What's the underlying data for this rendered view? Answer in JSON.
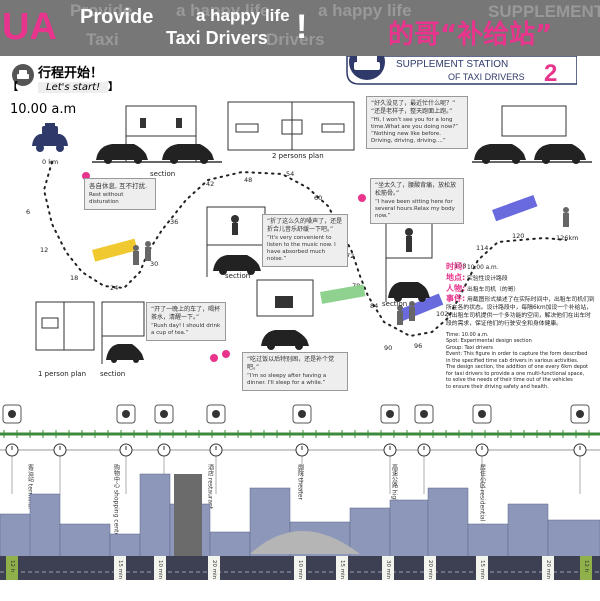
{
  "header": {
    "logo": "UA",
    "provide": "Provide",
    "happy_life": "a happy life",
    "taxi_drivers": "Taxi Drivers",
    "exclaim": "!",
    "ghost_left": "Provide",
    "ghost_mid": "a happy life",
    "ghost_taxi": "Taxi",
    "ghost_drivers": "Drivers",
    "ghost_happy": "a happy life",
    "ghost_supplement": "SUPPLEMENT",
    "cn_title": "的哥“补给站”",
    "supplement": "SUPPLEMENT STATION",
    "of_taxi": "OF TAXI DRIVERS",
    "num": "2"
  },
  "start": {
    "cn": "行程开始！",
    "en": "Let's start!"
  },
  "time_start": "10.00 a.m",
  "km_labels": [
    "0 km",
    "6",
    "12",
    "18",
    "24",
    "30",
    "36",
    "42",
    "48",
    "54",
    "60",
    "66",
    "72",
    "78",
    "84",
    "90",
    "96",
    "102",
    "108",
    "114",
    "120",
    "126km"
  ],
  "labels": {
    "section1": "section",
    "plan2": "2 persons plan",
    "section_mid": "section",
    "plan1": "1 person plan",
    "section_bl": "section",
    "section_c": "section"
  },
  "notes": [
    {
      "cn": "各自休息, 互不打扰.",
      "en": "Rest without disturation"
    },
    {
      "cn": "“好久没见了，最近忙什么呢？” “还是老样子，整天跑面上跑。”",
      "en": "“Hi, I won't see you for a long time.What are you doing now?” “Nothing new like before. Driving, driving, driving....”"
    },
    {
      "cn": "“坐太久了，腰酸背痛，放松放松筋骨。”",
      "en": "“I have been sitting here for several hours.Relax my body now.”"
    },
    {
      "cn": "“折了这么久的嗓声了，还是折合儿音乐舒缓一下吧。”",
      "en": "“It's very convenient to listen to the music now. I have absorbed much noise.”"
    },
    {
      "cn": "“开了一晚上的车了，喝杯茶水，清醒一下。”",
      "en": "“Rush day! I should drink a cup of tea.”"
    },
    {
      "cn": "“吃过饭以后特别困，还是补个觉吧。”",
      "en": "“I'm so sleepy after having a dinner. I'll sleep for a while.”"
    }
  ],
  "info": {
    "time_cn": "时间:",
    "time_val": "10:00 a.m.",
    "place_cn": "地点:",
    "place_val": "实验性设计路段",
    "people_cn": "人物:",
    "people_val": "出租车司机（的哥）",
    "event_cn": "事件:",
    "event_val": "用截图形式描述了在实际时间中，出租车司机们到所在各的状态。设计路段中，每隔6km加设一个补给站，为出租车司机提供一个多功能的空间，解决他们在出车时段的需求，保证他们的行驶安全和身体健康。",
    "en_lines": [
      "Time: 10.00 a.m.",
      "Spot: Experimental design section",
      "Group: Taxi drivers",
      "Event: This figure in order to capture the form described",
      "in the specified time cab drivers in various activities.",
      "The design section, the addition of one every 6km depot",
      "for taxi drivers to provide a one multi-functional space,",
      "to solve the needs of their time out of the vehicles",
      "to ensure their driving safety and health."
    ]
  },
  "timeline": {
    "labels": [
      "客运站 terminal",
      "购物中心 shopping center",
      "酒店 restaurant",
      "剧院 theater",
      "高速公路 highway",
      "居住小区 residential district"
    ],
    "times": [
      "12 h",
      "15 min",
      "10 min",
      "20 min",
      "10 min",
      "15 min",
      "30 min",
      "20 min",
      "15 min",
      "20 min",
      "12 h"
    ]
  },
  "colors": {
    "accent": "#e8348c",
    "header": "#777777",
    "taxi": "#2f3a6a",
    "sign_blue": "#6a6adf",
    "sign_green": "#8fd18f",
    "sign_yellow": "#f0c830",
    "timeline_green": "#3b8a3b",
    "city": "#9aa4c4"
  }
}
